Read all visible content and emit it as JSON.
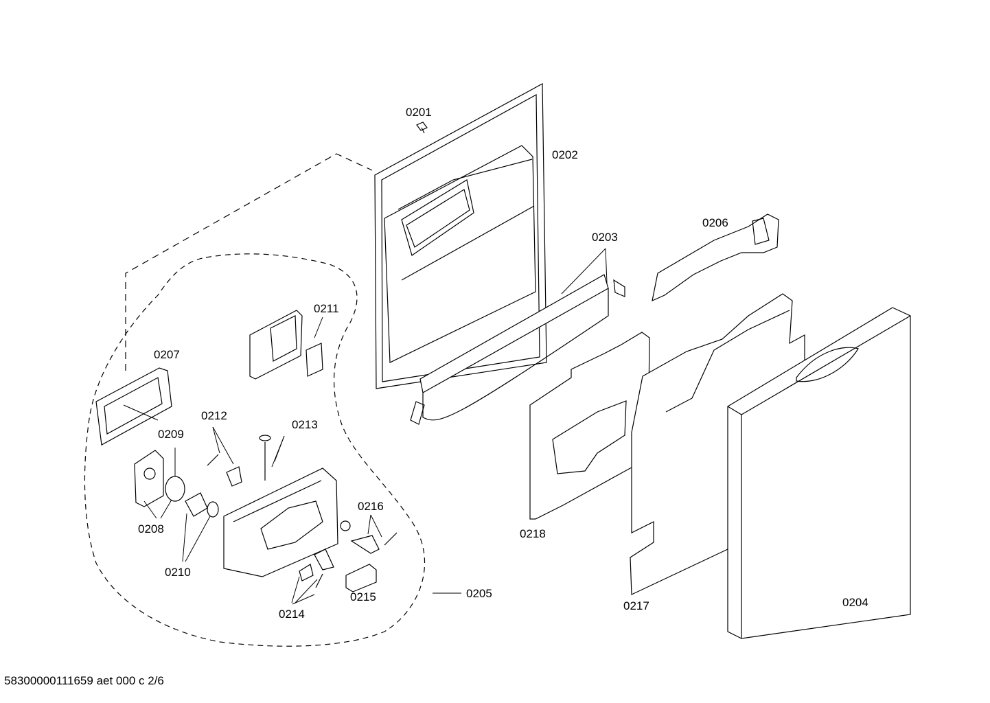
{
  "labels": {
    "p0201": "0201",
    "p0202": "0202",
    "p0203": "0203",
    "p0204": "0204",
    "p0205": "0205",
    "p0206": "0206",
    "p0207": "0207",
    "p0208": "0208",
    "p0209": "0209",
    "p0210": "0210",
    "p0211": "0211",
    "p0212": "0212",
    "p0213": "0213",
    "p0214": "0214",
    "p0215": "0215",
    "p0216": "0216",
    "p0217": "0217",
    "p0218": "0218"
  },
  "footer": "58300000111659 aet 000 c 2/6",
  "colors": {
    "line": "#000000",
    "fill": "#ffffff",
    "background": "#ffffff"
  }
}
